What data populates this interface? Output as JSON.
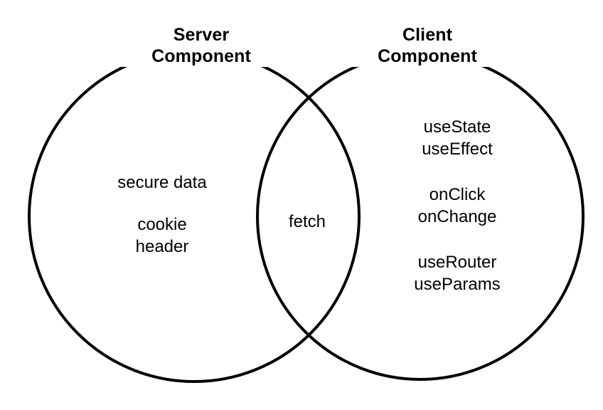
{
  "diagram": {
    "type": "venn",
    "title": "",
    "background_color": "#ffffff",
    "stroke_color": "#000000",
    "text_color": "#000000",
    "sets": [
      {
        "id": "server",
        "label_line1": "Server",
        "label_line2": "Component",
        "groups": [
          {
            "lines": [
              "secure data"
            ]
          },
          {
            "lines": [
              "cookie",
              "header"
            ]
          }
        ]
      },
      {
        "id": "client",
        "label_line1": "Client",
        "label_line2": "Component",
        "groups": [
          {
            "lines": [
              "useState",
              "useEffect"
            ]
          },
          {
            "lines": [
              "onClick",
              "onChange"
            ]
          },
          {
            "lines": [
              "useRouter",
              "useParams"
            ]
          }
        ]
      }
    ],
    "intersection": {
      "id": "shared",
      "groups": [
        {
          "lines": [
            "fetch"
          ]
        }
      ]
    }
  }
}
